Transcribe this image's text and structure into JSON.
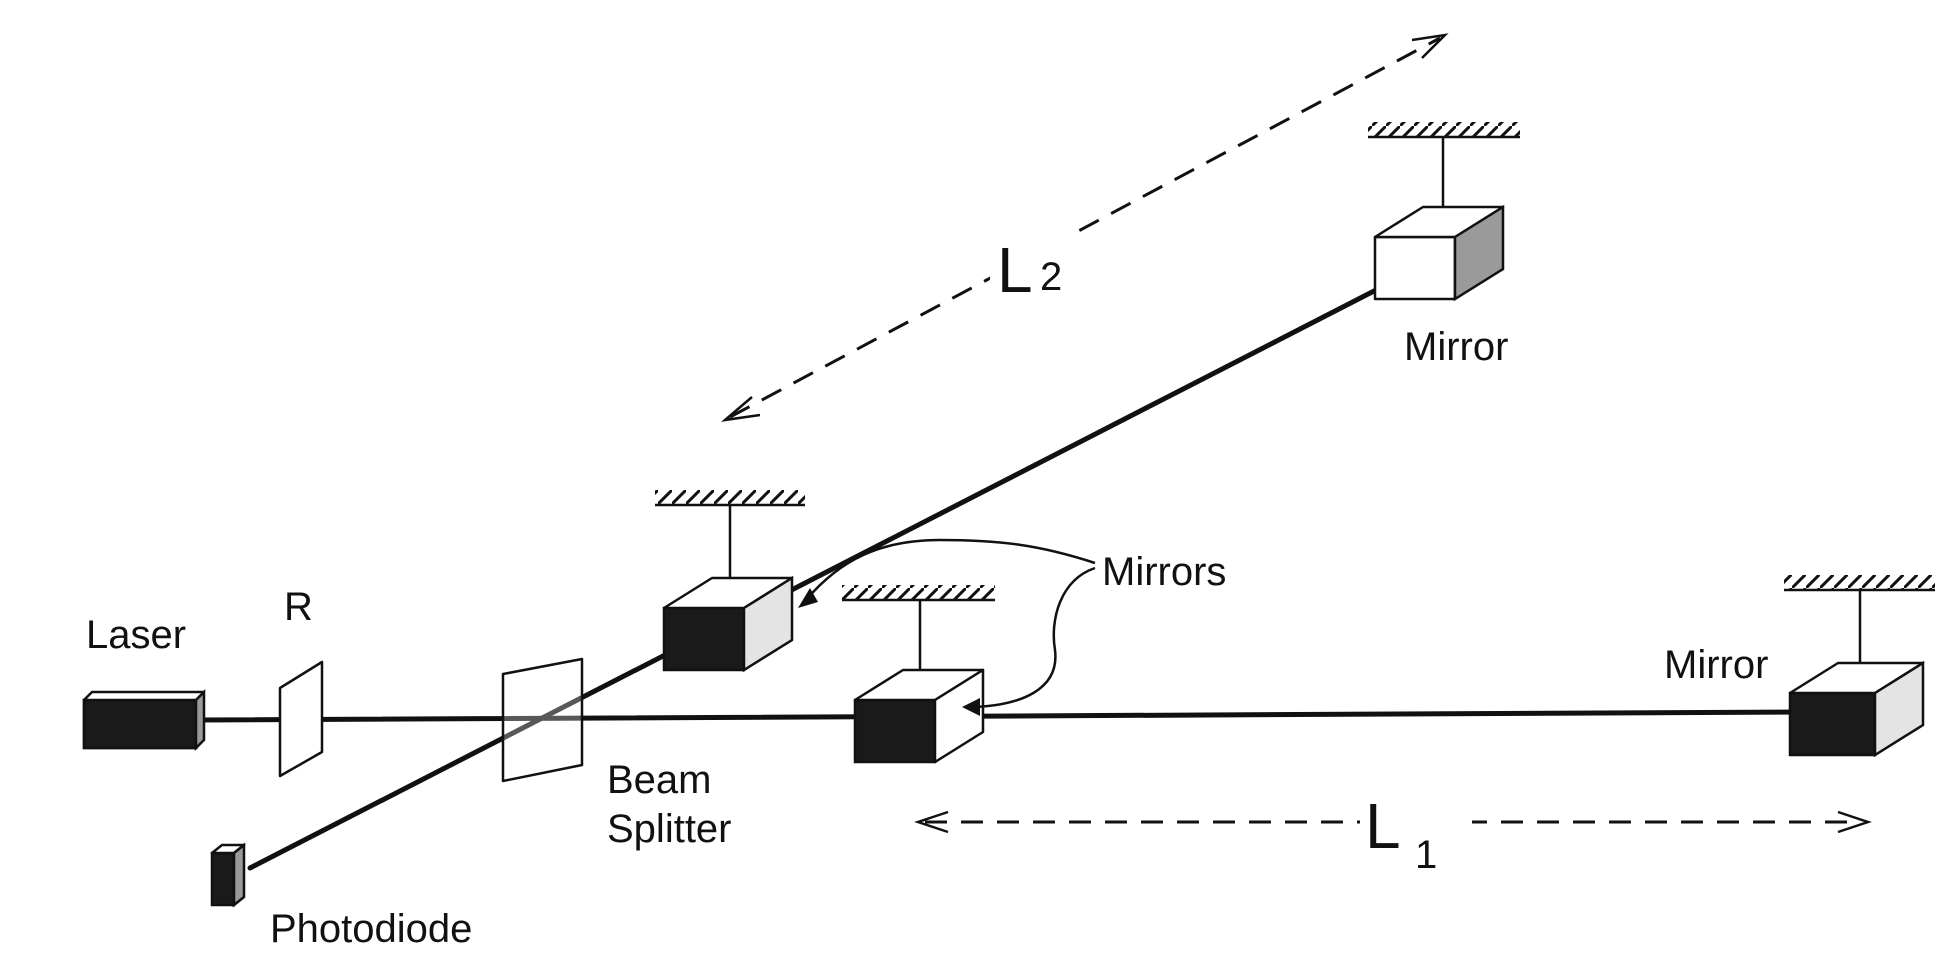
{
  "labels": {
    "laser": "Laser",
    "r": "R",
    "beam_splitter_line1": "Beam",
    "beam_splitter_line2": "Splitter",
    "photodiode": "Photodiode",
    "mirrors": "Mirrors",
    "mirror_top": "Mirror",
    "mirror_right": "Mirror",
    "l1_main": "L",
    "l1_sub": "1",
    "l2_main": "L",
    "l2_sub": "2"
  }
}
